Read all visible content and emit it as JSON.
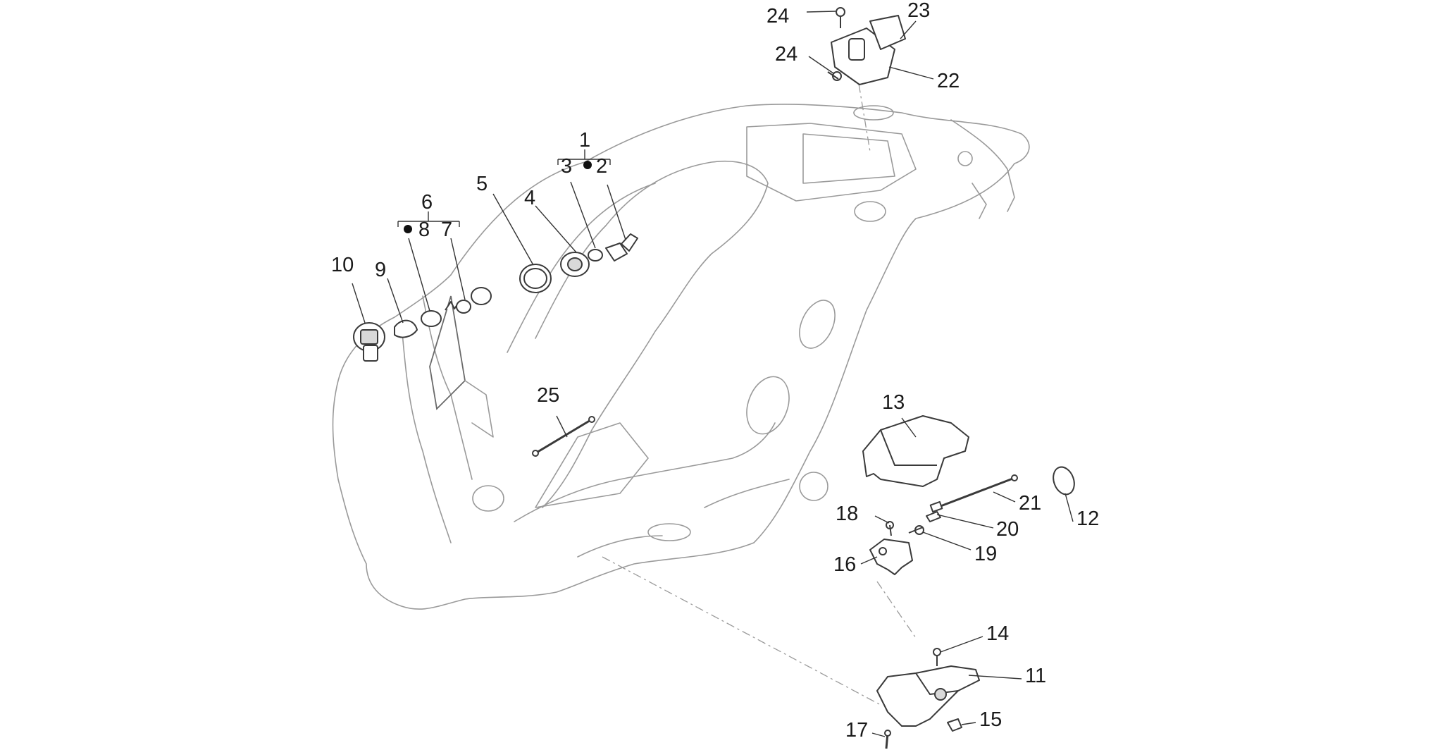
{
  "diagram": {
    "callouts": [
      {
        "id": "c1",
        "label": "1"
      },
      {
        "id": "c2",
        "label": "2"
      },
      {
        "id": "c3",
        "label": "3"
      },
      {
        "id": "c4",
        "label": "4"
      },
      {
        "id": "c5",
        "label": "5"
      },
      {
        "id": "c6",
        "label": "6"
      },
      {
        "id": "c7",
        "label": "7"
      },
      {
        "id": "c8",
        "label": "8"
      },
      {
        "id": "c9",
        "label": "9"
      },
      {
        "id": "c10",
        "label": "10"
      },
      {
        "id": "c11",
        "label": "11"
      },
      {
        "id": "c12",
        "label": "12"
      },
      {
        "id": "c13",
        "label": "13"
      },
      {
        "id": "c14",
        "label": "14"
      },
      {
        "id": "c15",
        "label": "15"
      },
      {
        "id": "c16",
        "label": "16"
      },
      {
        "id": "c17",
        "label": "17"
      },
      {
        "id": "c18",
        "label": "18"
      },
      {
        "id": "c19",
        "label": "19"
      },
      {
        "id": "c20",
        "label": "20"
      },
      {
        "id": "c21",
        "label": "21"
      },
      {
        "id": "c22",
        "label": "22"
      },
      {
        "id": "c23",
        "label": "23"
      },
      {
        "id": "c24a",
        "label": "24"
      },
      {
        "id": "c24b",
        "label": "24"
      },
      {
        "id": "c25",
        "label": "25"
      }
    ],
    "kit_groups": [
      {
        "id": "kit-1",
        "parent": "1",
        "members": [
          "3",
          "2"
        ],
        "marked_member": "2"
      },
      {
        "id": "kit-6",
        "parent": "6",
        "members": [
          "8",
          "7"
        ],
        "marked_member": "8"
      }
    ],
    "colors": {
      "line": "#3a3a3a",
      "frame": "#9a9a9a",
      "text": "#1a1a1a",
      "background": "#ffffff"
    }
  }
}
